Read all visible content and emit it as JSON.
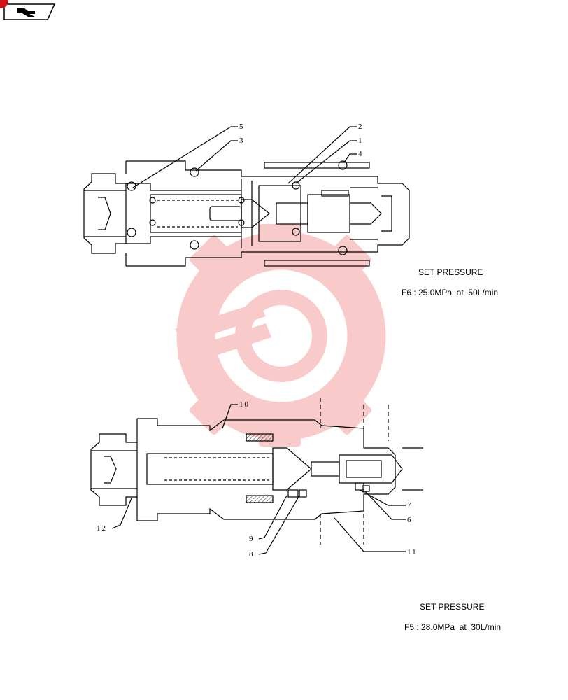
{
  "toolbar": {
    "nav_icon": "return-arrow-icon"
  },
  "watermark": {
    "logo": "gear-wrench-logo",
    "color": "#f5a0a0"
  },
  "diagram_top": {
    "callouts": [
      "5",
      "3",
      "2",
      "1",
      "4"
    ],
    "set_pressure_title": "SET PRESSURE",
    "set_pressure_value": "F6 : 25.0MPa  at  50L/min"
  },
  "diagram_bottom": {
    "callouts": [
      "10",
      "12",
      "9",
      "8",
      "7",
      "6",
      "11"
    ],
    "set_pressure_title": "SET PRESSURE",
    "set_pressure_value": "F5 : 28.0MPa  at  30L/min"
  }
}
